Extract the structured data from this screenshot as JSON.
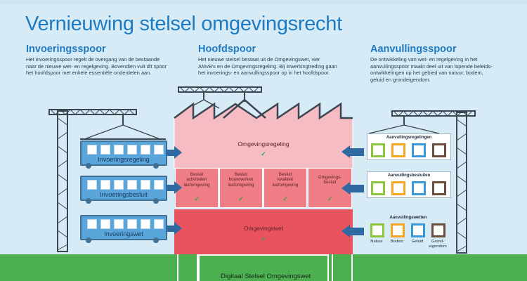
{
  "title": "Vernieuwing stelsel omgevingsrecht",
  "columns": {
    "left": {
      "heading": "Invoeringsspoor",
      "text_lines": [
        "Het invoeringsspoor regelt de overgang van de bestaande",
        "naar de nieuwe wet- en regelgeving. Bovendien vult dit spoor",
        "het hoofdspoor met enkele essentiële onderdelen aan."
      ]
    },
    "middle": {
      "heading": "Hoofdspoor",
      "text_lines": [
        "Het nieuwe stelsel bestaat uit de Omgevingswet, vier",
        "AMvB's en de Omgevingsregeling. Bij inwerkingtreding gaan",
        "het invoerings- en aanvullingsspoor op in het hoofdspoor."
      ]
    },
    "right": {
      "heading": "Aanvullingsspoor",
      "text_lines": [
        "De ontwikkeling van wet- en regelgeving in het",
        "aanvullingsspoor maakt deel uit van lopende beleids-",
        "ontwikkelingen op het gebied van natuur, bodem,",
        "geluid en grondeigendom."
      ]
    }
  },
  "building": {
    "top": "Omgevingsregeling",
    "middle_boxes": [
      {
        "lines": [
          "Besluit",
          "activiteiten",
          "leefomgeving"
        ]
      },
      {
        "lines": [
          "Besluit",
          "bouwwerken",
          "leefomgeving"
        ]
      },
      {
        "lines": [
          "Besluit",
          "kwaliteit",
          "leefomgeving"
        ]
      },
      {
        "lines": [
          "Omgevings-",
          "besluit"
        ]
      }
    ],
    "bottom": "Omgevingswet",
    "check_symbol": "✓"
  },
  "wagons": [
    {
      "label": "Invoeringsregeling"
    },
    {
      "label": "Invoeringsbesluit"
    },
    {
      "label": "Invoeringswet"
    }
  ],
  "racks": [
    {
      "label": "Aanvullingsregelingen",
      "show_names": false
    },
    {
      "label": "Aanvullingsbesluiten",
      "show_names": false
    },
    {
      "label": "Aanvullingswetten",
      "show_names": true
    }
  ],
  "supplement_items": [
    {
      "name": "Natuur",
      "color": "#8cc63f"
    },
    {
      "name": "Bodem",
      "color": "#f5a623"
    },
    {
      "name": "Geluid",
      "color": "#3a9ad9"
    },
    {
      "name": "Grond-",
      "name2": "eigendom",
      "color": "#6d4c3d"
    }
  ],
  "ground_label": "Digitaal Stelsel Omgevingswet",
  "colors": {
    "title_blue": "#1f7bc1",
    "building_top": "#f6bcc4",
    "building_boxes": "#ef7d86",
    "building_bottom": "#e9535f",
    "wagon": "#5aa6da",
    "arrow": "#2e6aa1",
    "ground": "#4caf50",
    "crane": "#3b4650"
  }
}
